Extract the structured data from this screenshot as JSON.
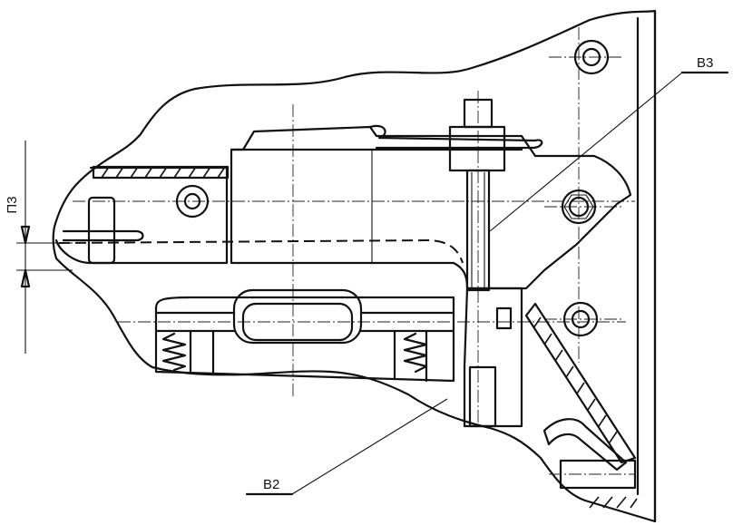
{
  "labels": {
    "dimension": "П3",
    "top_right": "В3",
    "bottom": "В2"
  },
  "colors": {
    "ink": "#111111",
    "paper": "#ffffff"
  }
}
